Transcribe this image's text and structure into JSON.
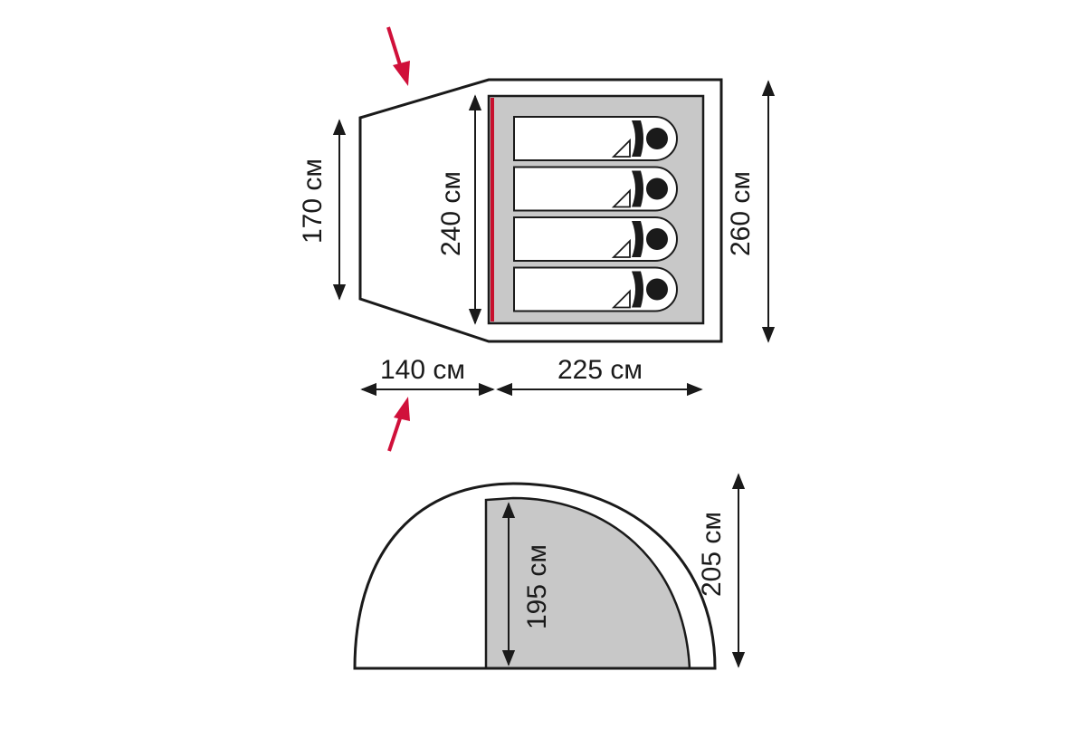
{
  "colors": {
    "outline": "#1a1a1a",
    "inner_fill": "#c8c8c8",
    "bed_fill": "#ffffff",
    "door_accent": "#c8102e",
    "arrow_accent": "#d0103a"
  },
  "top_view": {
    "sleeping_places": 4,
    "labels": {
      "vestibule_height": "170 см",
      "inner_height": "240 см",
      "outer_height": "260 см",
      "vestibule_length": "140 см",
      "inner_length": "225 см"
    }
  },
  "side_view": {
    "labels": {
      "inner_height": "195 см",
      "outer_height": "205 см"
    }
  },
  "icons": [
    "entrance-arrow-icon",
    "sleeping-person-icon"
  ]
}
